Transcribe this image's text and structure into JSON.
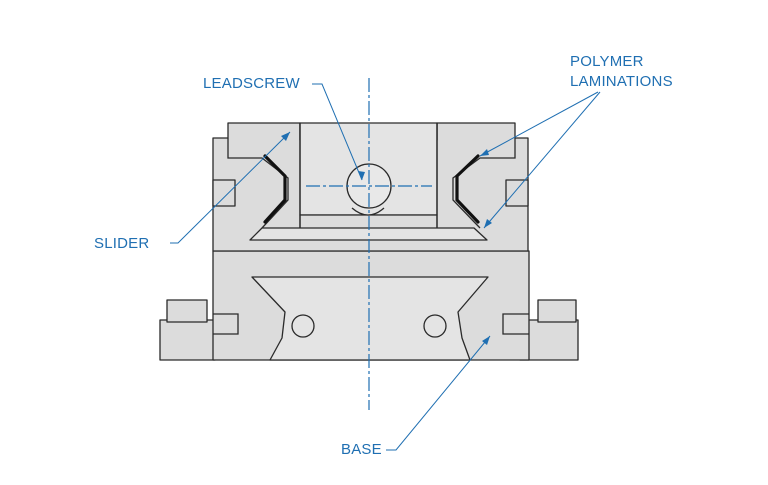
{
  "labels": {
    "leadscrew": "LEADSCREW",
    "polymer_line1": "POLYMER",
    "polymer_line2": "LAMINATIONS",
    "slider": "SLIDER",
    "base": "BASE"
  },
  "colors": {
    "annotation": "#1f6fb2",
    "part_fill": "#dcdcdc",
    "outline": "#2a2a2a",
    "background": "#ffffff"
  }
}
